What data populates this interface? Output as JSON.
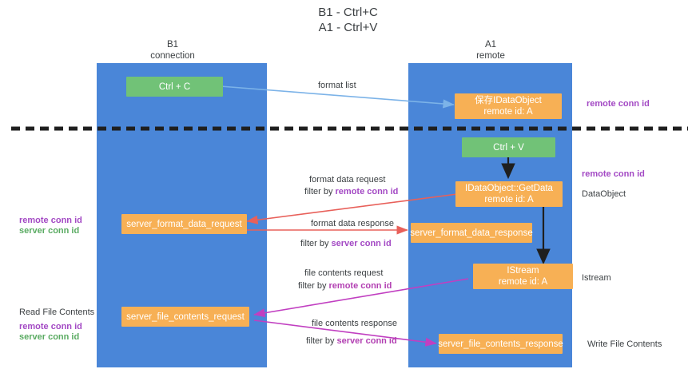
{
  "title": {
    "line1": "B1 - Ctrl+C",
    "line2": "A1 - Ctrl+V"
  },
  "columns": [
    {
      "name": "B1",
      "sub": "connection"
    },
    {
      "name": "A1",
      "sub": "remote"
    }
  ],
  "colors": {
    "lane": "#4a86d8",
    "node_orange": "#f7b055",
    "node_green": "#71c277",
    "arrow_blue": "#7cb3e8",
    "arrow_red": "#e8605a",
    "arrow_magenta": "#c13fc1",
    "arrow_black": "#1f1f1f",
    "text_purple": "#a349c4",
    "text_green": "#5aab62",
    "divider": "#1f1f1f"
  },
  "nodes": {
    "ctrl_c": {
      "label": "Ctrl + C"
    },
    "ctrl_v": {
      "label": "Ctrl + V"
    },
    "save_idataobject": {
      "line1": "保存IDataObject",
      "line2": "remote id: A"
    },
    "getdata": {
      "line1": "IDataObject::GetData",
      "line2": "remote id: A"
    },
    "istream": {
      "line1": "IStream",
      "line2": "remote id: A"
    },
    "server_format_data_request": {
      "label": "server_format_data_request"
    },
    "server_format_data_response": {
      "label": "server_format_data_response"
    },
    "server_file_contents_request": {
      "label": "server_file_contents_request"
    },
    "server_file_contents_response": {
      "label": "server_file_contents_response"
    }
  },
  "edges": {
    "format_list": {
      "label": "format list"
    },
    "format_data_request": {
      "label": "format data request",
      "filter_prefix": "filter by ",
      "filter_target": "remote conn id"
    },
    "format_data_response": {
      "label": "format data response",
      "filter_prefix": "filter by ",
      "filter_target": "server conn id"
    },
    "file_contents_request": {
      "label": "file contents request",
      "filter_prefix": "filter by ",
      "filter_target": "remote conn id"
    },
    "file_contents_response": {
      "label": "file contents response",
      "filter_prefix": "filter by ",
      "filter_target": "server conn id"
    }
  },
  "annotations": {
    "right_remote_conn_id_top": "remote conn id",
    "right_remote_conn_id_mid": "remote conn id",
    "right_dataobject": "DataObject",
    "right_istream": "Istream",
    "right_write_file_contents": "Write File Contents",
    "left_remote_conn_id_mid": "remote conn id",
    "left_server_conn_id_mid": "server conn id",
    "left_read_file_contents": "Read File Contents",
    "left_remote_conn_id_bot": "remote conn id",
    "left_server_conn_id_bot": "server conn id"
  }
}
